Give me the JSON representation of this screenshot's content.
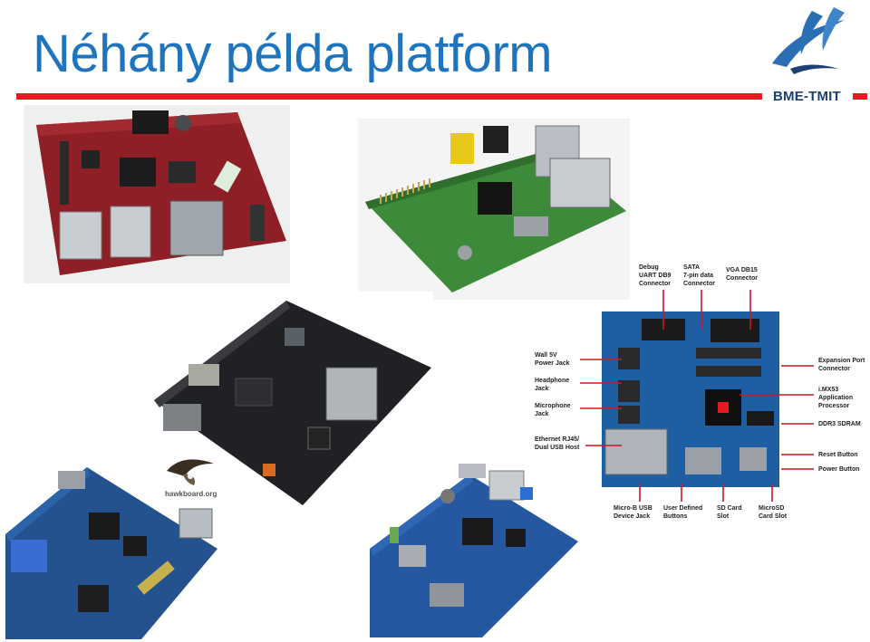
{
  "slide": {
    "title": "Néhány példa platform",
    "brand": "BME-TMIT"
  },
  "colors": {
    "title_blue": "#1f74be",
    "accent_red": "#e01b22",
    "brand_navy": "#1d3f73"
  },
  "photos": {
    "beagleboard": {
      "alt": "BeagleBoard-xM"
    },
    "raspberry": {
      "alt": "Raspberry Pi"
    },
    "pandaboard": {
      "alt": "Black development board"
    },
    "imx53": {
      "alt": "i.MX53 Quick Start Board"
    },
    "hawkboard": {
      "alt": "Hawkboard",
      "logo_text": "hawkboard.org"
    },
    "mini2440": {
      "alt": "Blue ARM board"
    }
  },
  "callouts": {
    "debug": "Debug\nUART DB9\nConnector",
    "sata": "SATA\n7-pin data\nConnector",
    "vga": "VGA DB15\nConnector",
    "wall": "Wall 5V\nPower Jack",
    "headphone": "Headphone\nJack",
    "microphone": "Microphone\nJack",
    "ethernet": "Ethernet RJ45/\nDual USB Host",
    "expansion": "Expansion Port\nConnector",
    "imx": "i.MX53\nApplication\nProcessor",
    "ddr": "DDR3 SDRAM",
    "reset": "Reset Button",
    "power": "Power Button",
    "microb": "Micro-B USB\nDevice Jack",
    "userbtn": "User Defined\nButtons",
    "sdcard": "SD Card\nSlot",
    "microsd": "MicroSD\nCard Slot"
  }
}
